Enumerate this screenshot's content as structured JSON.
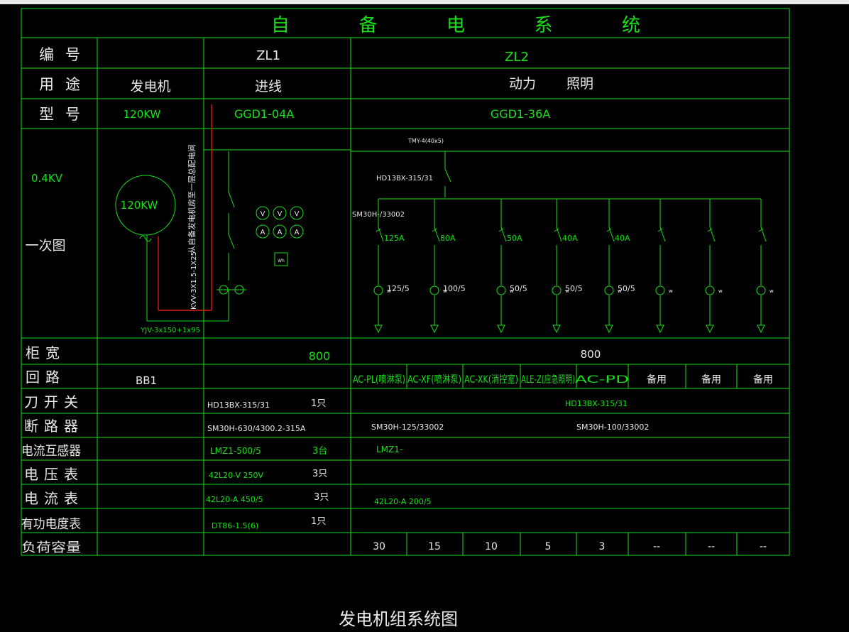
{
  "title": "自 备 电 系 统",
  "caption": "发电机组系统图",
  "rows": {
    "number": "编 号",
    "usage": "用 途",
    "model": "型 号",
    "one_line": "一次图",
    "cabinet_width": "柜 宽",
    "circuit": "回 路",
    "knife_switch": "刀 开 关",
    "breaker": "断 路 器",
    "ct": "电流互感器",
    "voltmeter": "电 压 表",
    "ammeter": "电 流 表",
    "kwh_meter": "有功电度表",
    "load": "负荷容量"
  },
  "gen": {
    "usage": "发电机",
    "model": "120KW",
    "voltage": "0.4KV",
    "rating": "120KW",
    "cable": "YJV-3x150+1x95",
    "circuit": "BB1"
  },
  "zl1": {
    "number": "ZL1",
    "usage": "进线",
    "model": "GGD1-04A",
    "feeder_note": "从自备发电机房至一层总配电间",
    "feeder_cable": "KVV-3X1.5-1X25",
    "meter_v": "V",
    "meter_a": "A",
    "cabinet_width": "800",
    "knife_switch": "HD13BX-315/31",
    "knife_qty": "1只",
    "breaker": "SM30H-630/4300.2-315A",
    "ct": "LMZ1-500/5",
    "ct_qty": "3台",
    "voltmeter": "42L20-V 250V",
    "voltmeter_qty": "3只",
    "ammeter": "42L20-A 450/5",
    "ammeter_qty": "3只",
    "kwh": "DT86-1.5(6)",
    "kwh_qty": "1只",
    "kwh_symbol": "Wh"
  },
  "zl2": {
    "number": "ZL2",
    "usage_a": "动力",
    "usage_b": "照明",
    "model": "GGD1-36A",
    "busbar": "TMY-4(40x5)",
    "main_switch": "HD13BX-315/31",
    "breaker_type": "SM30H-/33002",
    "cabinet_width": "800",
    "knife_switch": "HD13BX-315/31",
    "breaker_a": "SM30H-125/33002",
    "breaker_b": "SM30H-100/33002",
    "ct": "LMZ1-",
    "ammeter": "42L20-A 200/5",
    "meter_w": "w",
    "branches": [
      {
        "circuit": "AC-PL(喷淋泵)",
        "rating": "125A",
        "ct": "125/5",
        "load": "30"
      },
      {
        "circuit": "AC-XF(喷淋泵)",
        "rating": "80A",
        "ct": "100/5",
        "load": "15"
      },
      {
        "circuit": "AC-XK(消控室)",
        "rating": "50A",
        "ct": "50/5",
        "load": "10"
      },
      {
        "circuit": "ALE-Z(应急照明)",
        "rating": "40A",
        "ct": "50/5",
        "load": "5"
      },
      {
        "circuit": "AC-PD",
        "rating": "40A",
        "ct": "50/5",
        "load": "3"
      },
      {
        "circuit": "备用",
        "rating": "",
        "ct": "",
        "load": "--"
      },
      {
        "circuit": "备用",
        "rating": "",
        "ct": "",
        "load": "--"
      },
      {
        "circuit": "备用",
        "rating": "",
        "ct": "",
        "load": "--"
      }
    ]
  }
}
